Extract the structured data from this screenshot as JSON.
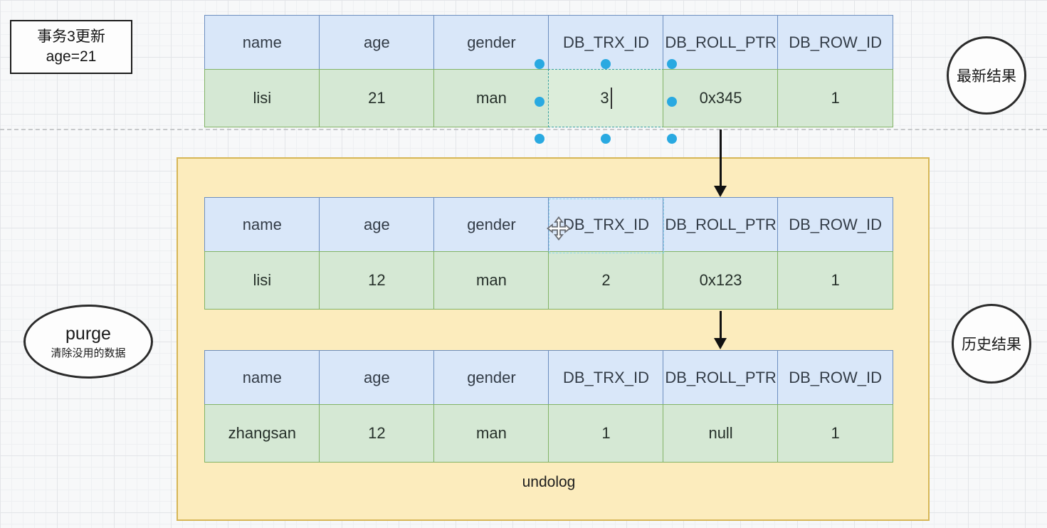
{
  "note": {
    "line1": "事务3更新",
    "line2": "age=21"
  },
  "labels": {
    "latest_result": "最新结果",
    "history_result": "历史结果",
    "purge_title": "purge",
    "purge_subtitle": "清除没用的数据",
    "undolog": "undolog"
  },
  "columns": [
    "name",
    "age",
    "gender",
    "DB_TRX_ID",
    "DB_ROLL_PTR",
    "DB_ROW_ID"
  ],
  "tables": {
    "latest": {
      "row": [
        "lisi",
        "21",
        "man",
        "3",
        "0x345",
        "1"
      ]
    },
    "undo1": {
      "row": [
        "lisi",
        "12",
        "man",
        "2",
        "0x123",
        "1"
      ]
    },
    "undo2": {
      "row": [
        "zhangsan",
        "12",
        "man",
        "1",
        "null",
        "1"
      ]
    }
  },
  "colors": {
    "header_fill": "#d9e7f9",
    "header_border": "#6c8ebf",
    "row_fill": "#d5e8d4",
    "row_border": "#82b366",
    "undolog_fill": "#fcecbd",
    "undolog_border": "#d6b656",
    "selection_handle": "#29a9e1",
    "arrow": "#111111"
  }
}
